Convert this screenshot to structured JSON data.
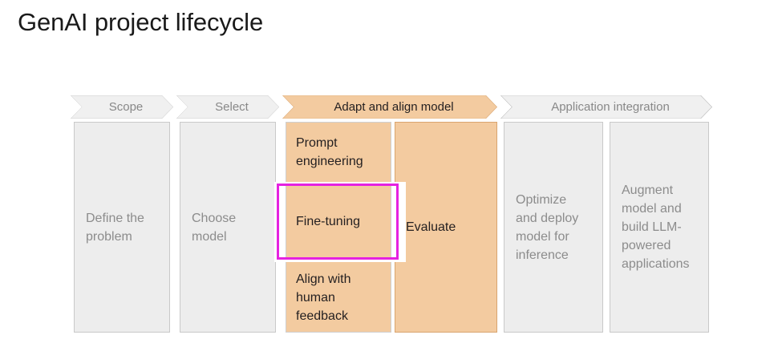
{
  "page": {
    "title": "GenAI project lifecycle",
    "background_color": "#ffffff"
  },
  "colors": {
    "orange_fill": "#f3cba0",
    "orange_border": "#d9a56f",
    "grey_fill": "#ededed",
    "grey_border": "#c9c9c9",
    "grey_text": "#8c8c8c",
    "dark_text": "#231f20",
    "highlight": "#e522e0"
  },
  "chart_data": {
    "type": "diagram",
    "title": "GenAI project lifecycle",
    "layout": "horizontal chevron phase banner over stacked task columns",
    "phases": [
      {
        "label": "Scope",
        "state": "inactive",
        "style": "grey",
        "tasks": [
          "Define the problem"
        ]
      },
      {
        "label": "Select",
        "state": "inactive",
        "style": "grey",
        "tasks": [
          "Choose model"
        ]
      },
      {
        "label": "Adapt and align model",
        "state": "active",
        "style": "orange",
        "tasks": [
          "Prompt engineering",
          "Fine-tuning",
          "Align with human feedback",
          "Evaluate"
        ]
      },
      {
        "label": "Application integration",
        "state": "inactive",
        "style": "grey",
        "tasks": [
          "Optimize and deploy model for inference",
          "Augment model and build LLM-powered applications"
        ]
      }
    ],
    "highlighted_task": "Fine-tuning",
    "highlight_color": "#e522e0"
  },
  "headers": {
    "scope": "Scope",
    "select": "Select",
    "adapt": "Adapt and align model",
    "integration": "Application integration"
  },
  "columns": {
    "define_problem": "Define the problem",
    "choose_model": "Choose model",
    "prompt_engineering": "Prompt engineering",
    "fine_tuning": "Fine-tuning",
    "align_human_feedback": "Align with human feedback",
    "evaluate": "Evaluate",
    "optimize_deploy": "Optimize and deploy model for inference",
    "augment_model": "Augment model and build LLM-powered applications"
  }
}
